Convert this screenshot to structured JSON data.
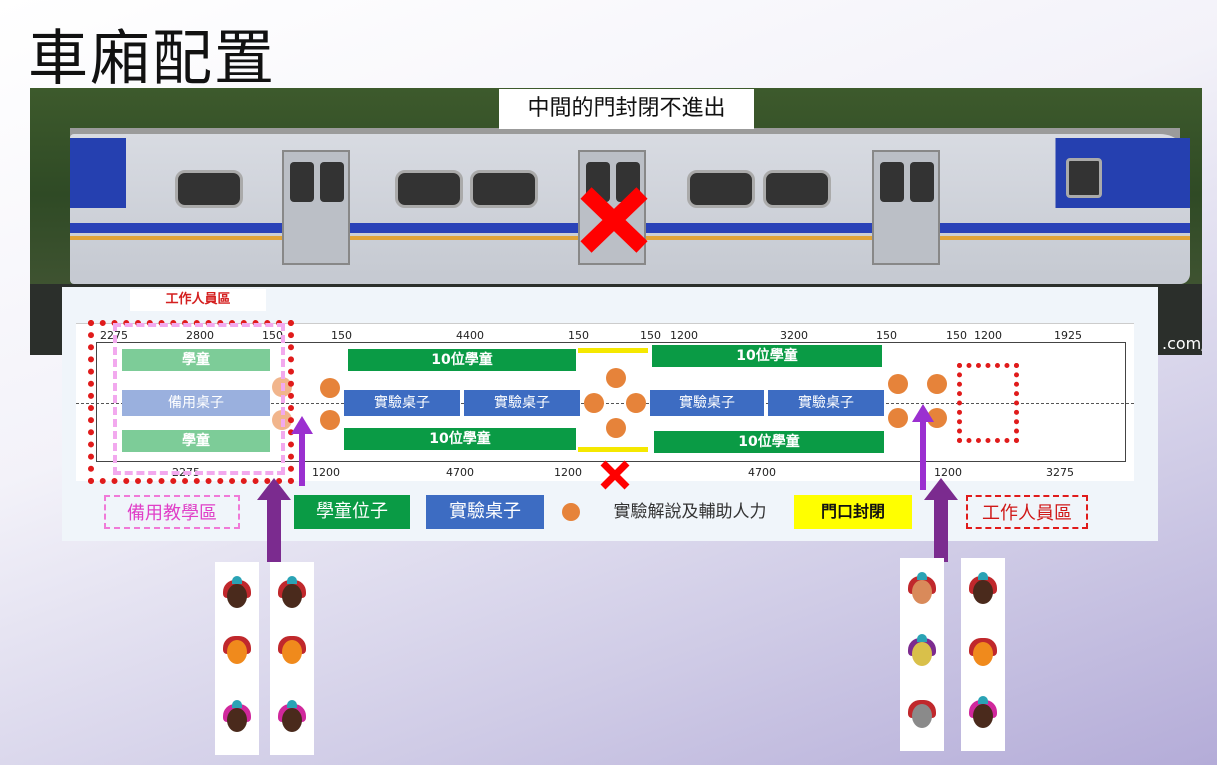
{
  "title": "車廂配置",
  "photo": {
    "caption": "中間的門封閉不進出",
    "watermark": ".com/"
  },
  "panel": {
    "staff_label_top": "工作人員區",
    "dimensions_top": [
      "2275",
      "2800",
      "150",
      "150",
      "4400",
      "150",
      "150",
      "1200",
      "3200",
      "150",
      "150",
      "1200",
      "1925"
    ],
    "dimensions_bottom": [
      "2275",
      "1200",
      "4700",
      "1200",
      "4700",
      "1200",
      "3275"
    ],
    "boxes": {
      "student": "學童",
      "spare_desk": "備用桌子",
      "ten_students": "10位學童",
      "lab_desk": "實驗桌子"
    }
  },
  "legend": {
    "spare_area": "備用教學區",
    "student_seats": "學童位子",
    "lab_desks": "實驗桌子",
    "helpers": "實驗解說及輔助人力",
    "door_closed": "門口封閉",
    "staff_area": "工作人員區"
  },
  "colors": {
    "green": "#0a9b45",
    "blue": "#3d6cc2",
    "orange": "#e6833a",
    "yellow": "#f5e800",
    "red": "#e01b1b",
    "purple": "#9b30d0"
  }
}
